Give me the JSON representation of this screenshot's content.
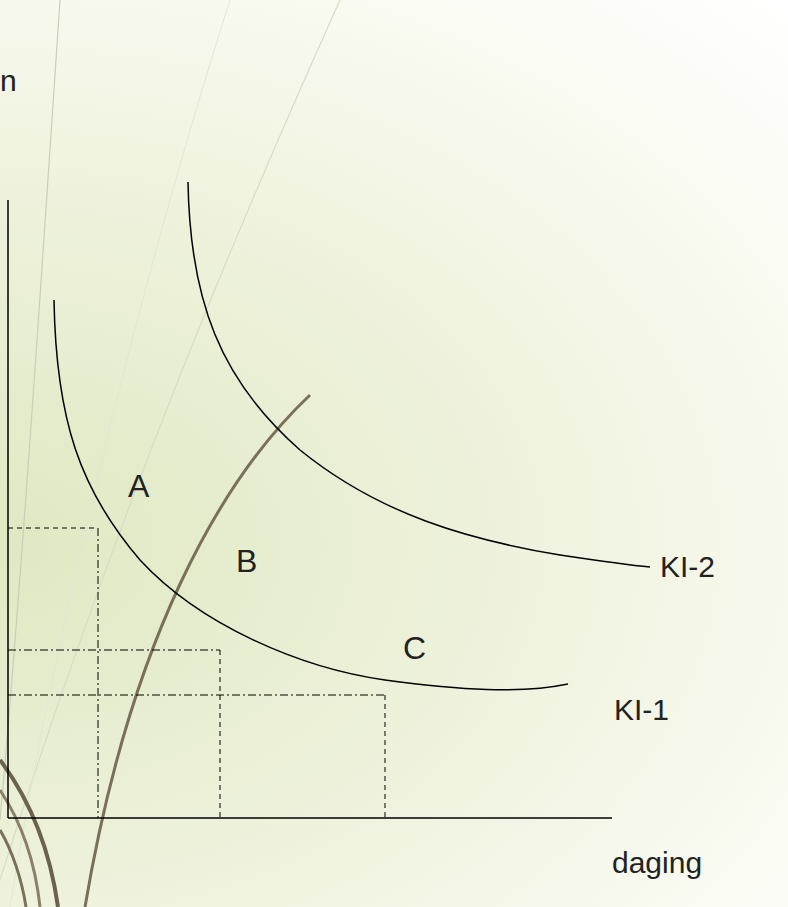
{
  "diagram": {
    "labels": [
      "n",
      "A",
      "B",
      "C",
      "KI-2",
      "KI-1",
      "daging"
    ]
  }
}
